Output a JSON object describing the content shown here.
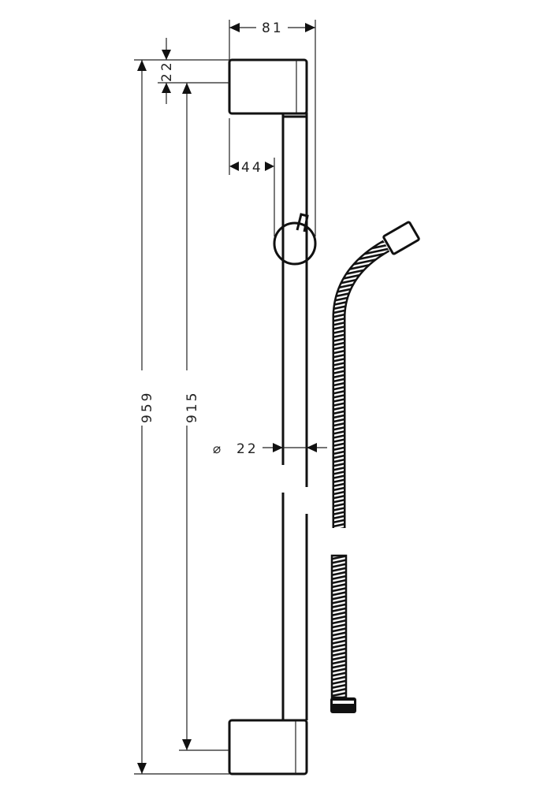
{
  "drawing": {
    "subject": "shower rail with wall brackets, slider and shower hose",
    "line_color": "#111111",
    "background": "#ffffff"
  },
  "dimensions": {
    "bracket_width": "81",
    "bracket_height": "22",
    "rail_offset": "44",
    "rail_diameter_symbol": "⌀",
    "rail_diameter": "22",
    "total_height": "959",
    "bracket_spacing": "915"
  }
}
